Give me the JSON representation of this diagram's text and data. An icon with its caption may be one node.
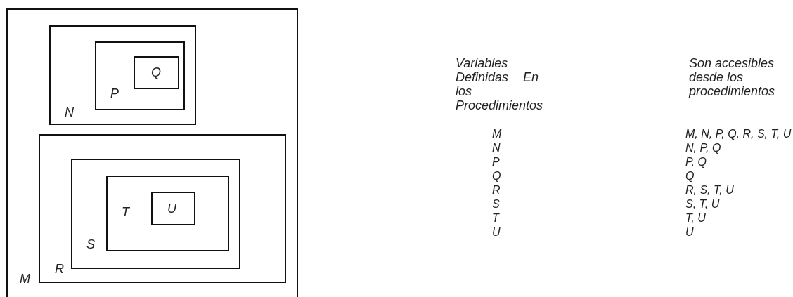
{
  "diagram": {
    "nodes": [
      {
        "text": [
          "M"
        ]
      },
      {
        "text": [
          "N"
        ],
        "in": 0
      },
      {
        "text": [
          "P"
        ],
        "in": 1
      },
      {
        "text": [
          "Q"
        ],
        "in": 2
      },
      {
        "text": [
          "R"
        ],
        "in": 0
      },
      {
        "text": [
          "S"
        ],
        "in": 4
      },
      {
        "text": [
          "T"
        ],
        "in": 5
      },
      {
        "text": [
          "U"
        ],
        "in": 6
      }
    ],
    "labels": [
      "Variables Definidas En los Procedimientos",
      "Son accesibles desde los procedimientos",
      "M",
      "M, N, P, Q, R, S, T, U",
      "N",
      "N, P, Q",
      "P",
      "P, Q",
      "Q",
      "Q",
      "R",
      "R, S, T, U",
      "S",
      "S, T, U",
      "T",
      "T, U",
      "U",
      "U"
    ]
  }
}
